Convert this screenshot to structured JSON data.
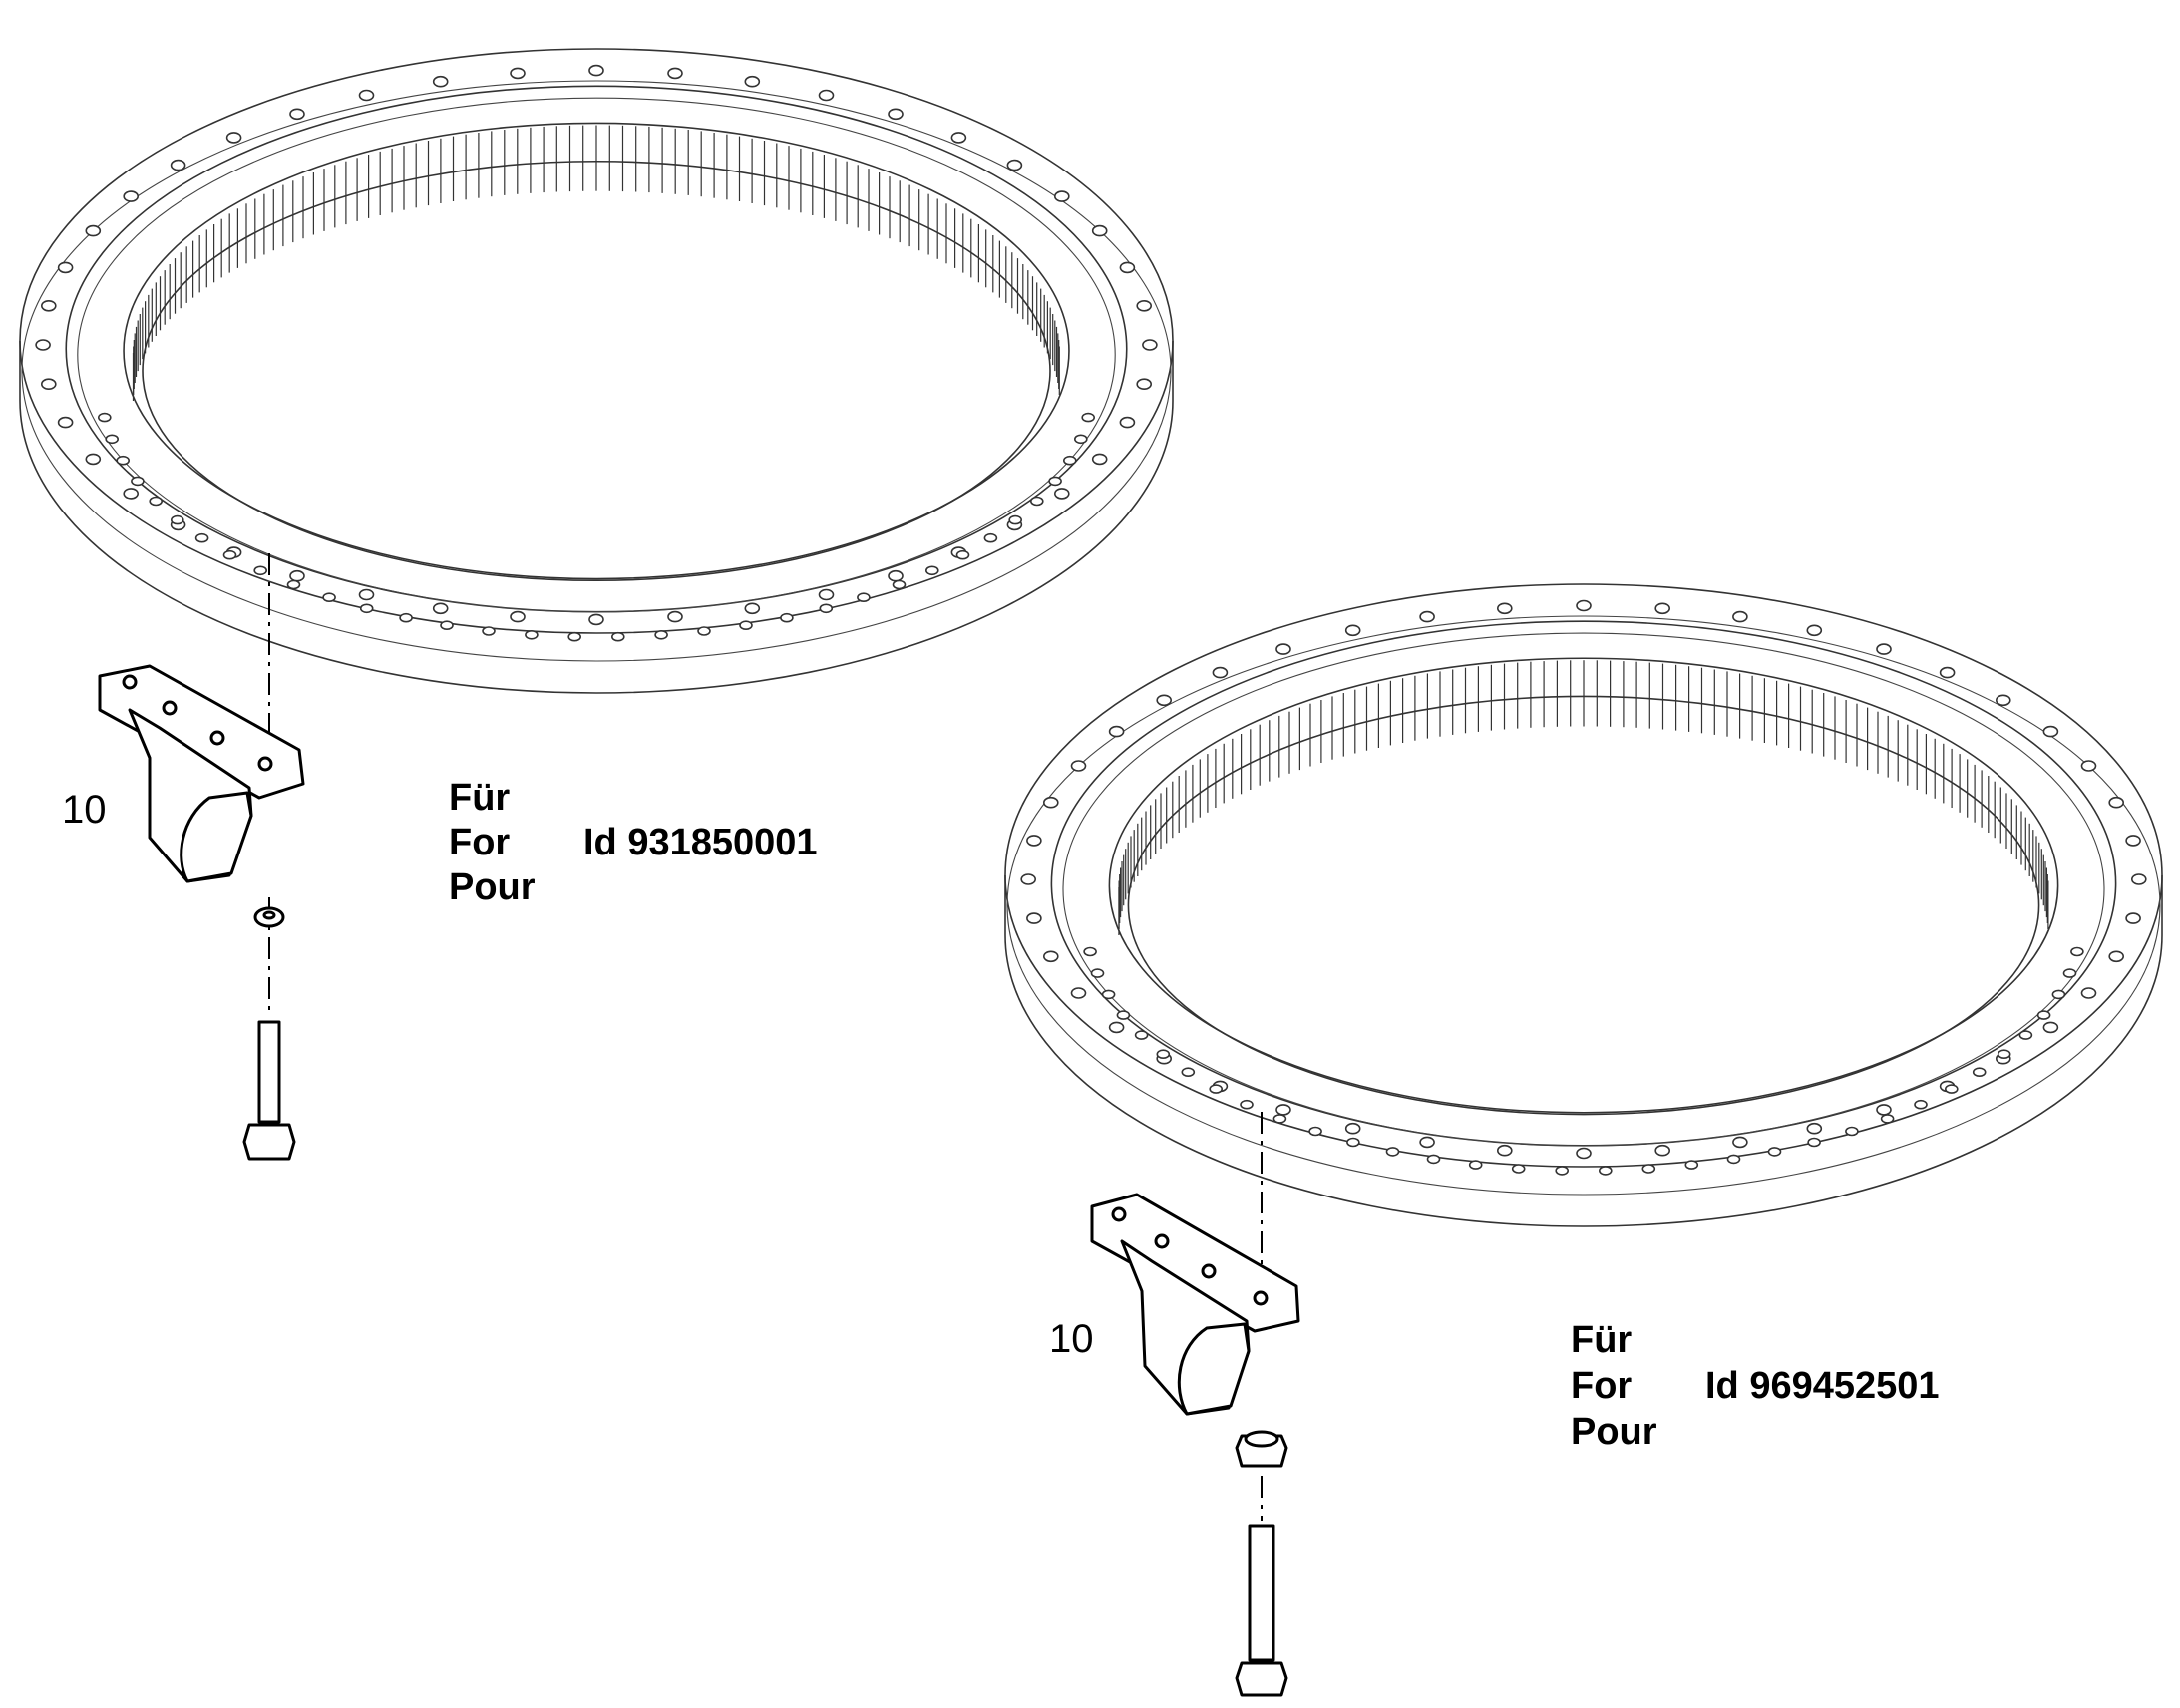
{
  "assemblies": [
    {
      "item_number": "10",
      "labels": [
        "Für",
        "For",
        "Pour"
      ],
      "id_text": "Id 931850001"
    },
    {
      "item_number": "10",
      "labels": [
        "Für",
        "For",
        "Pour"
      ],
      "id_text": "Id 969452501"
    }
  ],
  "colors": {
    "line": "#333333",
    "part_outline": "#000000",
    "background": "#ffffff"
  }
}
